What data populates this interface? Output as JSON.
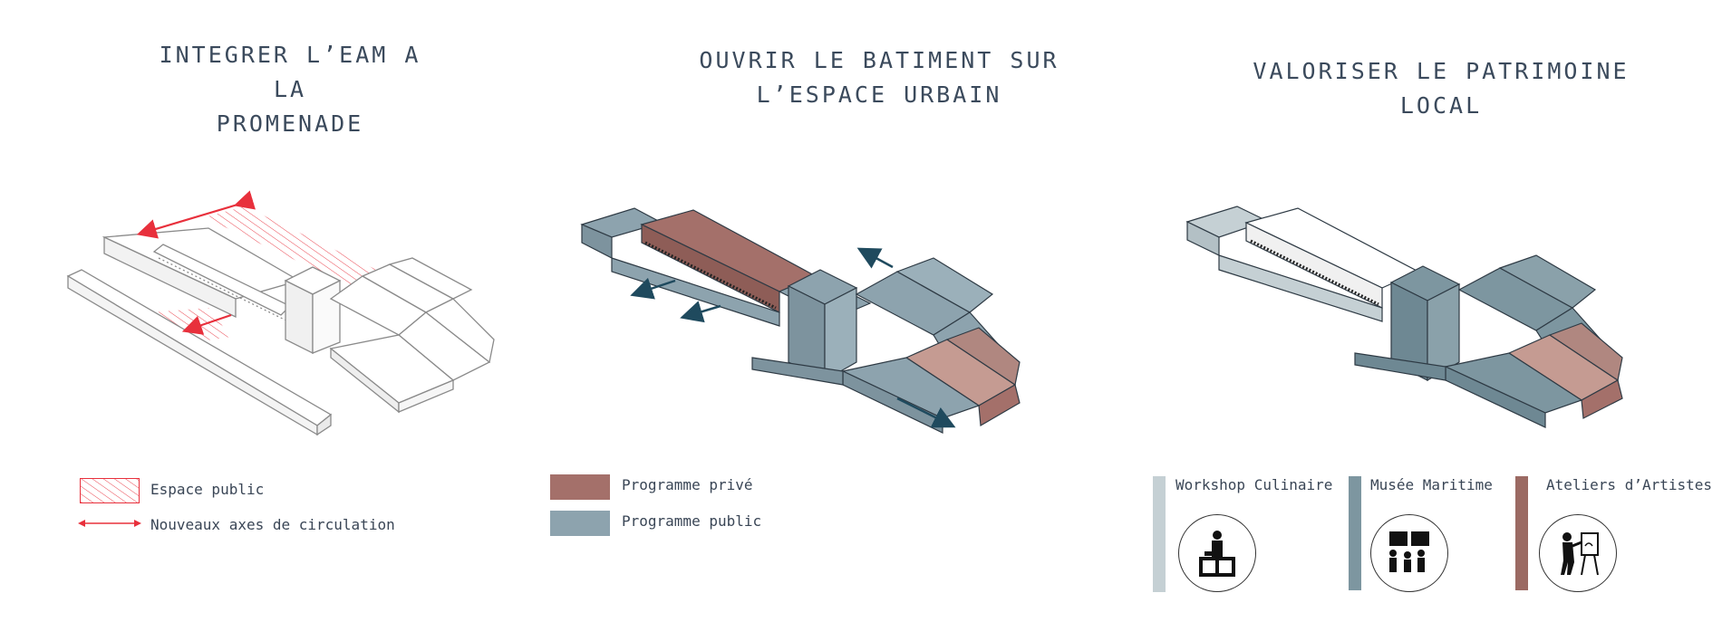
{
  "panels": [
    {
      "title_line1": "INTEGRER L’EAM A LA",
      "title_line2": "PROMENADE",
      "legend": [
        {
          "label": "Espace public"
        },
        {
          "label": "Nouveaux axes de circulation"
        }
      ]
    },
    {
      "title_line1": "OUVRIR LE BATIMENT SUR",
      "title_line2": "L’ESPACE URBAIN",
      "legend": [
        {
          "label": "Programme privé"
        },
        {
          "label": "Programme public"
        }
      ]
    },
    {
      "title_line1": "VALORISER LE PATRIMOINE",
      "title_line2": "LOCAL",
      "legend": [
        {
          "label": "Workshop Culinaire",
          "icon": "chef-cooking-icon"
        },
        {
          "label": "Musée Maritime",
          "icon": "museum-visitors-icon"
        },
        {
          "label": "Ateliers d’Artistes",
          "icon": "painter-easel-icon"
        }
      ]
    }
  ],
  "colors": {
    "title": "#3b4a5c",
    "public_hatch": "#e8303c",
    "circulation_arrow": "#e8303c",
    "private_program": "#a4706a",
    "public_program": "#8da3ae",
    "workshop": "#c5d0d4",
    "museum": "#7d96a0",
    "ateliers": "#9b6a63",
    "pink_wing": "#c59b92",
    "arrow_dark": "#1f4a5e"
  }
}
